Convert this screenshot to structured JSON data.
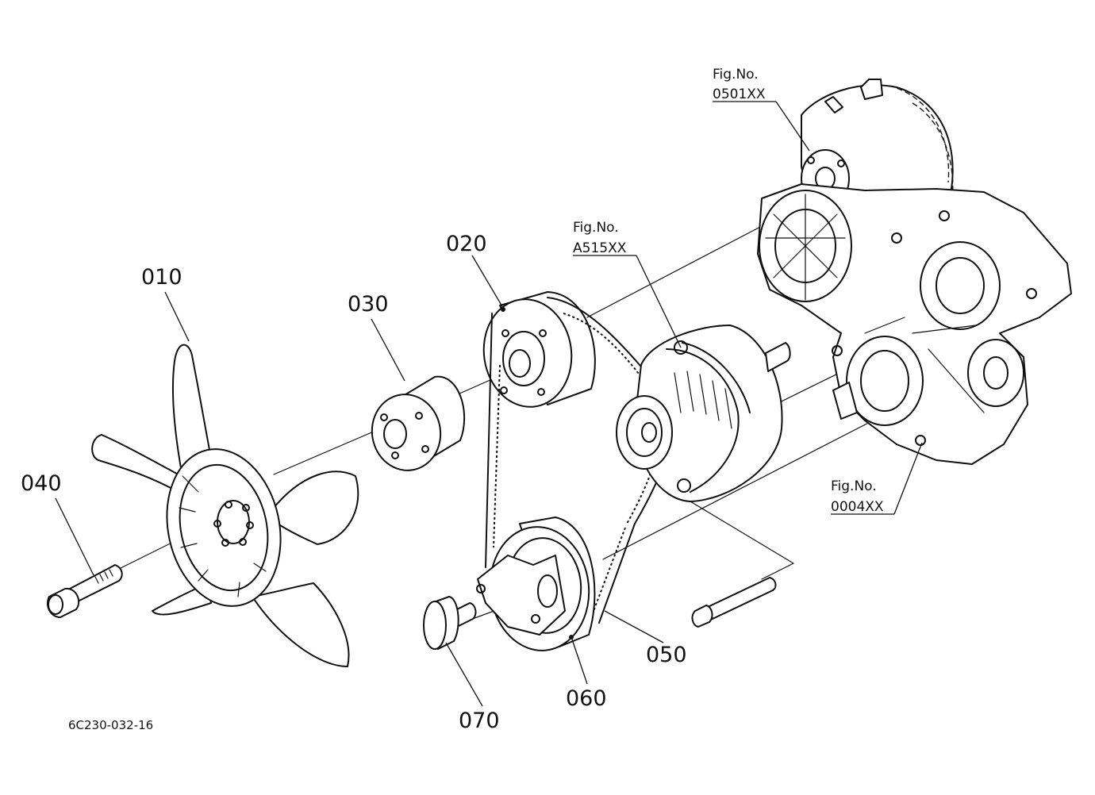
{
  "parts": [
    {
      "id": "fan",
      "label": "010"
    },
    {
      "id": "fan_drive_pulley",
      "label": "020"
    },
    {
      "id": "spacer",
      "label": "030"
    },
    {
      "id": "fan_bolt",
      "label": "040"
    },
    {
      "id": "v_belt",
      "label": "050"
    },
    {
      "id": "crank_pulley",
      "label": "060"
    },
    {
      "id": "crank_bolt",
      "label": "070"
    }
  ],
  "figure_refs": [
    {
      "id": "water_pump",
      "prefix": "Fig.No.",
      "number": "0501XX"
    },
    {
      "id": "alternator",
      "prefix": "Fig.No.",
      "number": "A515XX"
    },
    {
      "id": "gear_case",
      "prefix": "Fig.No.",
      "number": "0004XX"
    }
  ],
  "drawing_code": "6C230-032-16"
}
